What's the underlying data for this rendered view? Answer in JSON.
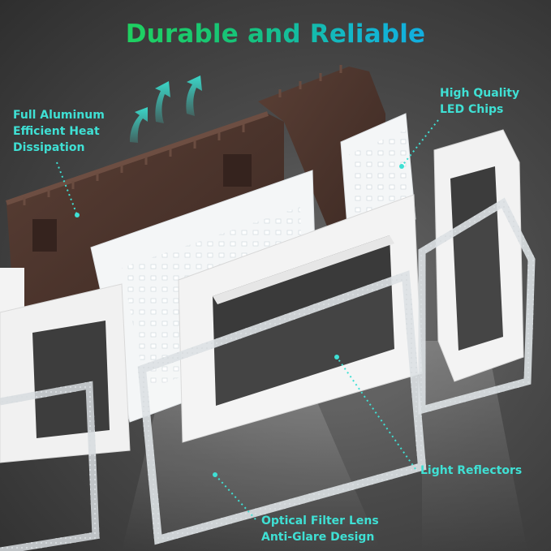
{
  "title": "Durable and Reliable",
  "callouts": {
    "heat": [
      "Full Aluminum",
      "Efficient Heat",
      "Dissipation"
    ],
    "chips": [
      "High Quality",
      "LED Chips"
    ],
    "reflectors": [
      "Light Reflectors"
    ],
    "lens": [
      "Optical Filter Lens",
      "Anti-Glare Design"
    ]
  },
  "colors": {
    "title_green": "#1fd160",
    "title_blue": "#12aee0",
    "callout": "#3fe0d4",
    "housing": "#4a332b",
    "panel_white": "#f2f2f2"
  },
  "icons": {
    "heat_arrows": "curved-up-arrows-icon"
  }
}
